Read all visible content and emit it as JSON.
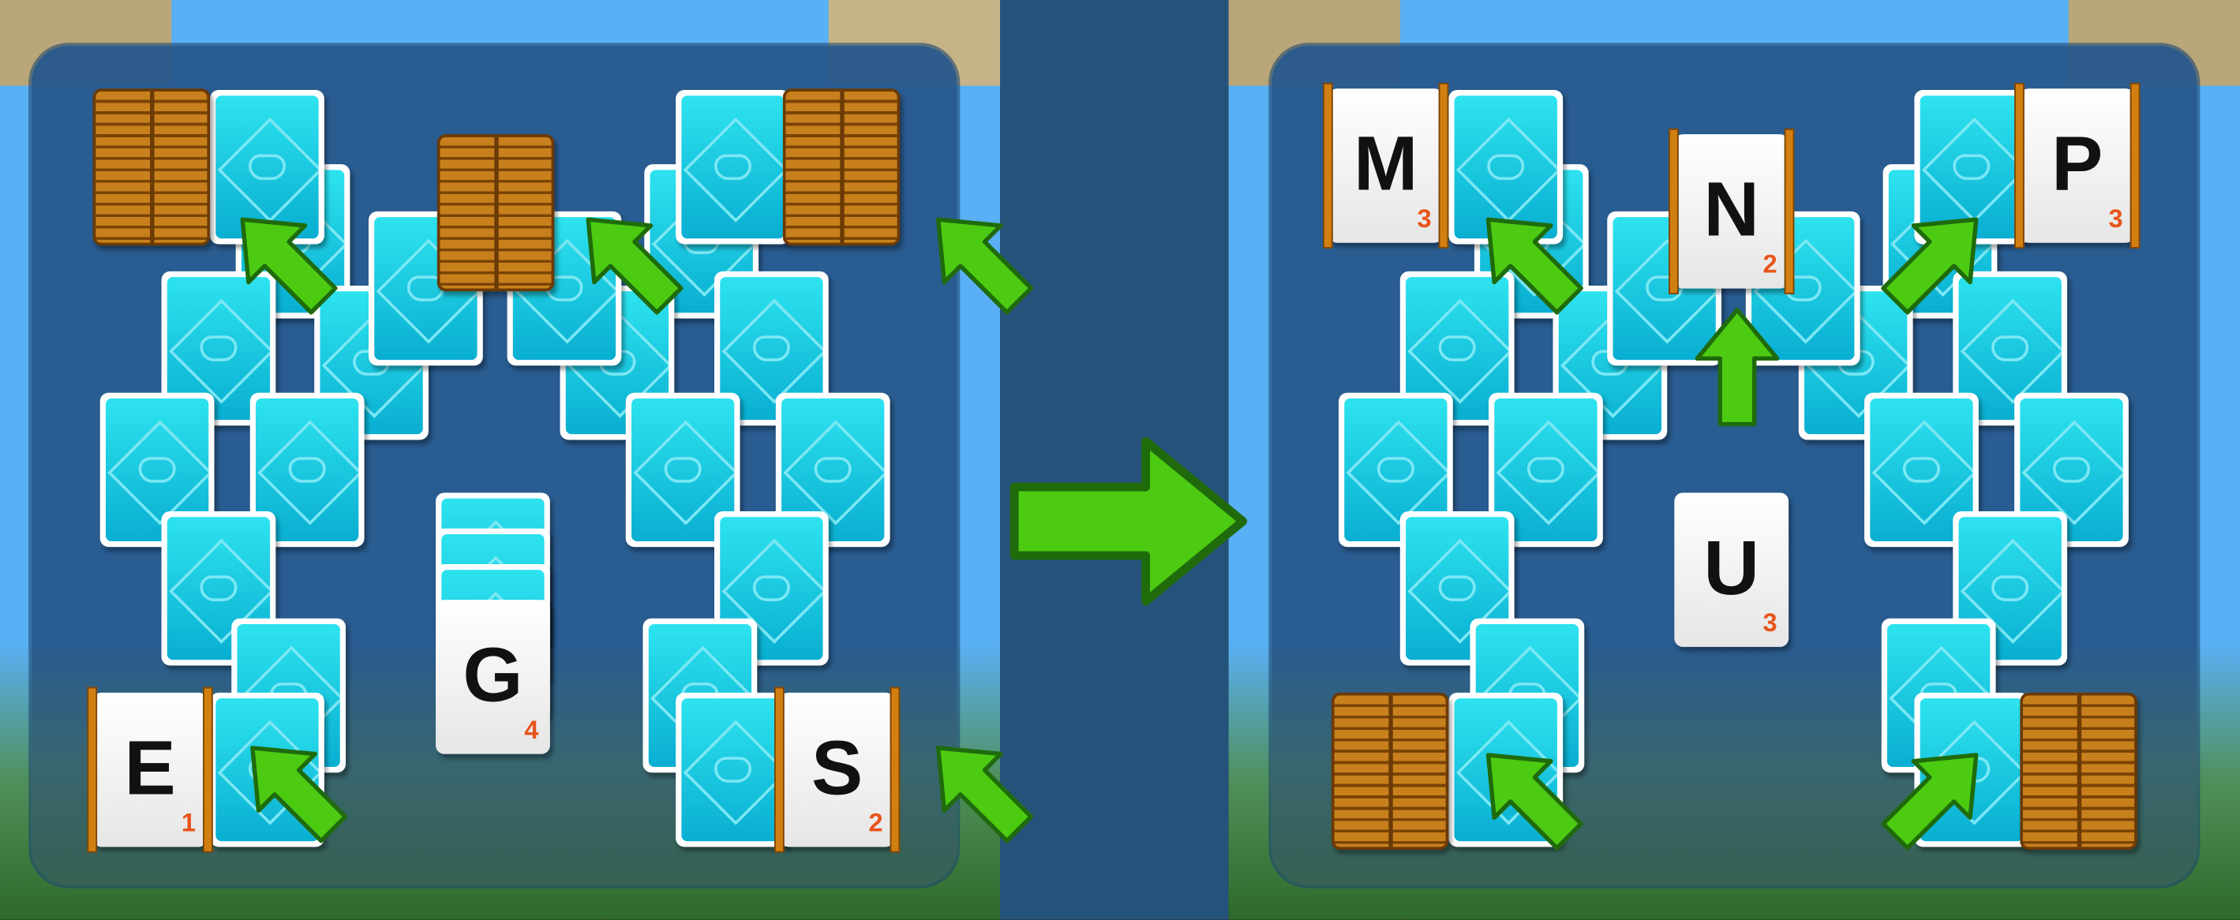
{
  "left_board": {
    "center_tile": {
      "letter": "G",
      "points": "4"
    },
    "bottom_left_tile": {
      "letter": "E",
      "points": "1"
    },
    "bottom_right_tile": {
      "letter": "S",
      "points": "2"
    }
  },
  "right_board": {
    "top_left_tile": {
      "letter": "M",
      "points": "3"
    },
    "top_center_tile": {
      "letter": "N",
      "points": "2"
    },
    "top_right_tile": {
      "letter": "P",
      "points": "3"
    },
    "center_tile": {
      "letter": "U",
      "points": "3"
    }
  },
  "colors": {
    "arrow": "#4ccb12",
    "card_back": "#1fcbe3",
    "shutter": "#b8701a",
    "points": "#e8541a"
  }
}
